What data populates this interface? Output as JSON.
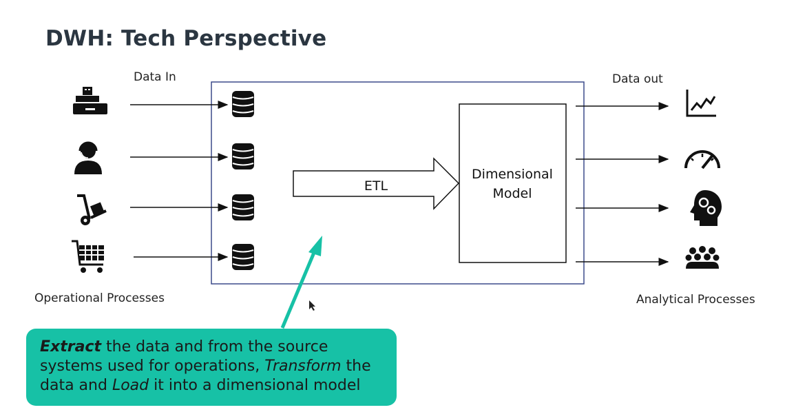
{
  "title": "DWH: Tech Perspective",
  "labels": {
    "data_in": "Data In",
    "data_out": "Data out",
    "operational": "Operational Processes",
    "analytical": "Analytical Processes",
    "etl": "ETL",
    "model_line1": "Dimensional",
    "model_line2": "Model"
  },
  "callout": {
    "extract": "Extract",
    "part1": " the data and from the source systems used for operations, ",
    "transform": "Transform",
    "part2": " the data and ",
    "load": "Load",
    "part3": " it into a dimensional model"
  },
  "sources": [
    "cash-register-icon",
    "call-center-agent-icon",
    "hand-truck-icon",
    "shopping-cart-icon"
  ],
  "outputs": [
    "line-chart-icon",
    "gauge-icon",
    "head-gears-icon",
    "audience-icon"
  ],
  "colors": {
    "callout": "#17c1a6",
    "frame": "#3b4a8a",
    "arrow_teal": "#17c1a6",
    "title": "#2b3641"
  }
}
